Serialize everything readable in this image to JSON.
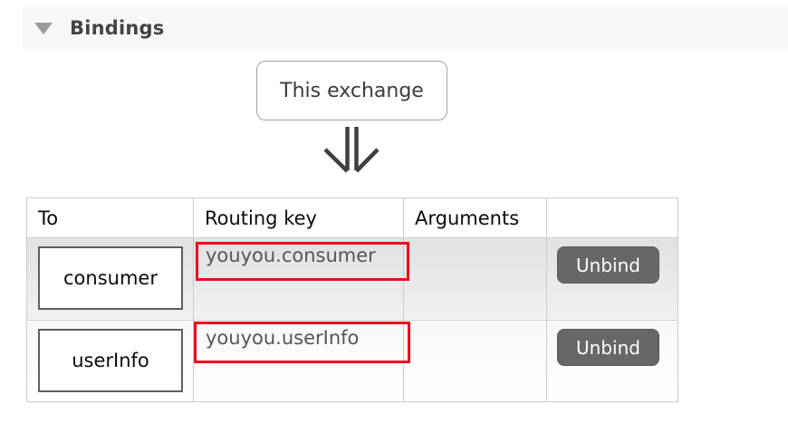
{
  "section": {
    "title": "Bindings"
  },
  "diagram": {
    "source_label": "This exchange"
  },
  "bindings_table": {
    "columns": [
      "To",
      "Routing key",
      "Arguments",
      ""
    ],
    "rows": [
      {
        "to": "consumer",
        "routing_key": "youyou.consumer",
        "arguments": "",
        "action": "Unbind"
      },
      {
        "to": "userInfo",
        "routing_key": "youyou.userInfo",
        "arguments": "",
        "action": "Unbind"
      }
    ]
  },
  "icons": {
    "collapse_triangle": "triangle-down",
    "binding_arrow": "double-shaft-down-arrow"
  },
  "colors": {
    "annotation_red": "#ee0a1e",
    "button_gray": "#676767",
    "header_bg": "#f7f7f7"
  }
}
